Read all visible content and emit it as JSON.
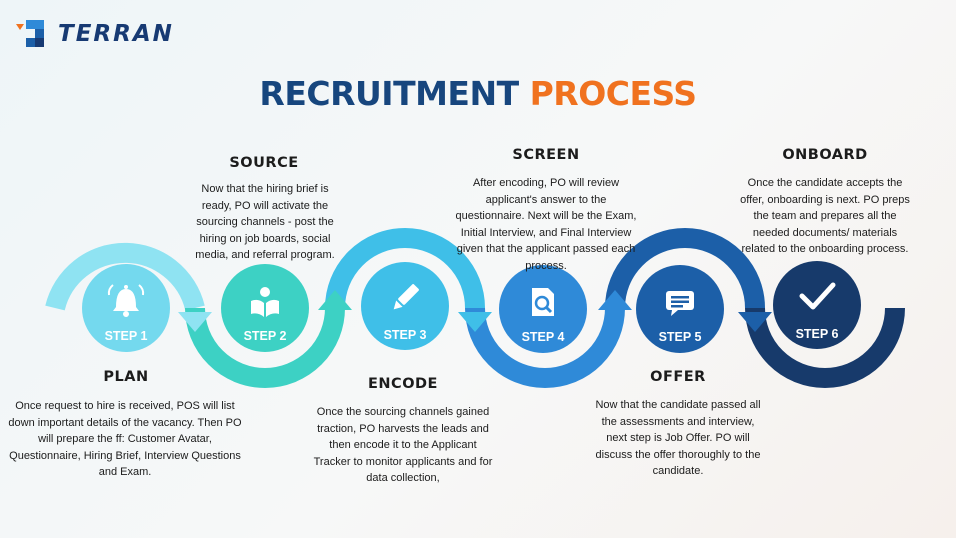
{
  "brand": {
    "name": "TERRAN"
  },
  "title": {
    "part1": "RECRUITMENT",
    "part2": "PROCESS"
  },
  "colors": {
    "navy": "#173a73",
    "orange": "#f0721f",
    "step1": "#5fd0ea",
    "step2": "#3dd1c4",
    "step3": "#3fbfe8",
    "step4": "#2f8ad8",
    "step5": "#1c5fa8",
    "step6": "#173a6b"
  },
  "steps": [
    {
      "label": "STEP 1",
      "icon": "bell-icon",
      "heading": "PLAN",
      "description": "Once request to hire is received, POS will list down important details of the vacancy. Then PO will prepare the ff: Customer Avatar, Questionnaire, Hiring Brief, Interview Questions and Exam."
    },
    {
      "label": "STEP 2",
      "icon": "open-book-icon",
      "heading": "SOURCE",
      "description": "Now that the hiring brief is ready, PO will activate the sourcing channels  - post the hiring on job boards, social media, and referral program."
    },
    {
      "label": "STEP 3",
      "icon": "pencil-icon",
      "heading": "ENCODE",
      "description": "Once the sourcing channels gained traction, PO harvests the leads and then encode it to the Applicant Tracker to monitor applicants and for data collection,"
    },
    {
      "label": "STEP 4",
      "icon": "document-search-icon",
      "heading": "SCREEN",
      "description": "After encoding, PO will review applicant's answer to the questionnaire. Next will be the Exam, Initial Interview, and Final Interview given that the applicant passed each process."
    },
    {
      "label": "STEP 5",
      "icon": "message-icon",
      "heading": "OFFER",
      "description": "Now that the candidate passed all the assessments and interview, next step is Job Offer. PO will discuss the offer thoroughly to the candidate."
    },
    {
      "label": "STEP 6",
      "icon": "checkmark-icon",
      "heading": "ONBOARD",
      "description": "Once the candidate accepts the offer, onboarding is next.  PO preps the team and prepares all the needed documents/ materials related to the onboarding process."
    }
  ]
}
